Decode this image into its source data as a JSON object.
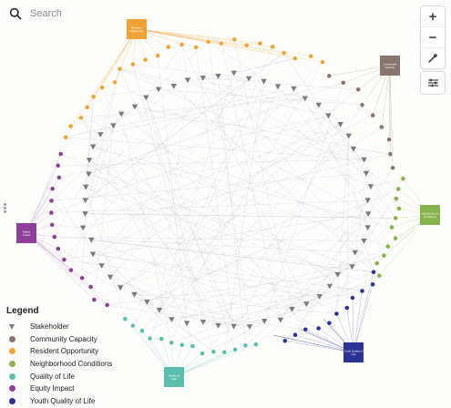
{
  "search": {
    "placeholder": "Search"
  },
  "toolbar": {
    "zoom_in": "+",
    "zoom_out": "−"
  },
  "colors": {
    "stakeholder": "#7a7a7a",
    "community_capacity": "#8a7470",
    "resident_opportunity": "#f0a236",
    "neighborhood_conditions": "#86b34a",
    "quality_of_life": "#5cbfae",
    "equity_impact": "#8e3f98",
    "youth_quality_of_life": "#2b3495"
  },
  "hubs": [
    {
      "id": "ro",
      "label": "Resident Opportunity",
      "category": "resident_opportunity"
    },
    {
      "id": "cc",
      "label": "Community Capacity",
      "category": "community_capacity"
    },
    {
      "id": "nc",
      "label": "Neighborhood Conditions",
      "category": "neighborhood_conditions"
    },
    {
      "id": "yq",
      "label": "Youth Quality of Life",
      "category": "youth_quality_of_life"
    },
    {
      "id": "ql",
      "label": "Quality of Life",
      "category": "quality_of_life"
    },
    {
      "id": "ei",
      "label": "Equity Impact",
      "category": "equity_impact"
    }
  ],
  "legend": {
    "title": "Legend",
    "items": [
      {
        "label": "Stakeholder",
        "shape": "triangle",
        "color": "#7a7a7a"
      },
      {
        "label": "Community Capacity",
        "shape": "circle",
        "color": "#8a7470"
      },
      {
        "label": "Resident Opportunity",
        "shape": "circle",
        "color": "#f0a236"
      },
      {
        "label": "Neighborhood Conditions",
        "shape": "circle",
        "color": "#86b34a"
      },
      {
        "label": "Quality of Life",
        "shape": "circle",
        "color": "#5cbfae"
      },
      {
        "label": "Equity Impact",
        "shape": "circle",
        "color": "#8e3f98"
      },
      {
        "label": "Youth Quality of Life",
        "shape": "circle",
        "color": "#2b3495"
      }
    ]
  }
}
